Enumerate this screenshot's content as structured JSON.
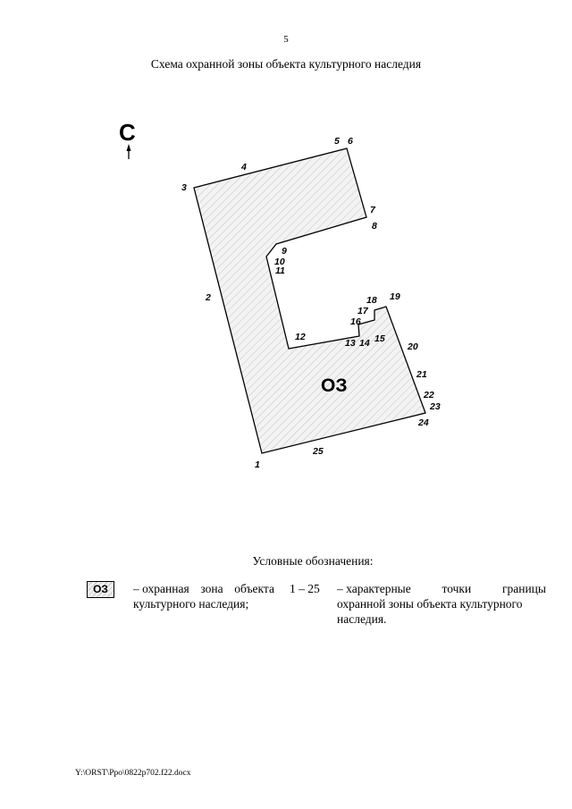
{
  "page_number": "5",
  "title": "Схема охранной зоны объекта культурного наследия",
  "north": {
    "letter": "С"
  },
  "zone": {
    "label": "ОЗ"
  },
  "points": [
    "1",
    "2",
    "3",
    "4",
    "5",
    "6",
    "7",
    "8",
    "9",
    "10",
    "11",
    "12",
    "13",
    "14",
    "15",
    "16",
    "17",
    "18",
    "19",
    "20",
    "21",
    "22",
    "23",
    "24",
    "25"
  ],
  "legend": {
    "title": "Условные обозначения:",
    "zone_symbol": "ОЗ",
    "zone_desc_line1": [
      "– охранная",
      "зона",
      "объекта"
    ],
    "zone_desc_line2": "культурного наследия;",
    "points_range": "1 – 25",
    "points_desc_line1": [
      "– характерные",
      "точки",
      "границы"
    ],
    "points_desc_line2": "охранной зоны объекта культурного",
    "points_desc_line3": "наследия."
  },
  "footer": "Y:\\ORST\\Ppo\\0822p702.f22.docx",
  "colors": {
    "zone_fill": "#f2f2f2",
    "hatch": "#c4c4c4",
    "line": "#000000"
  }
}
